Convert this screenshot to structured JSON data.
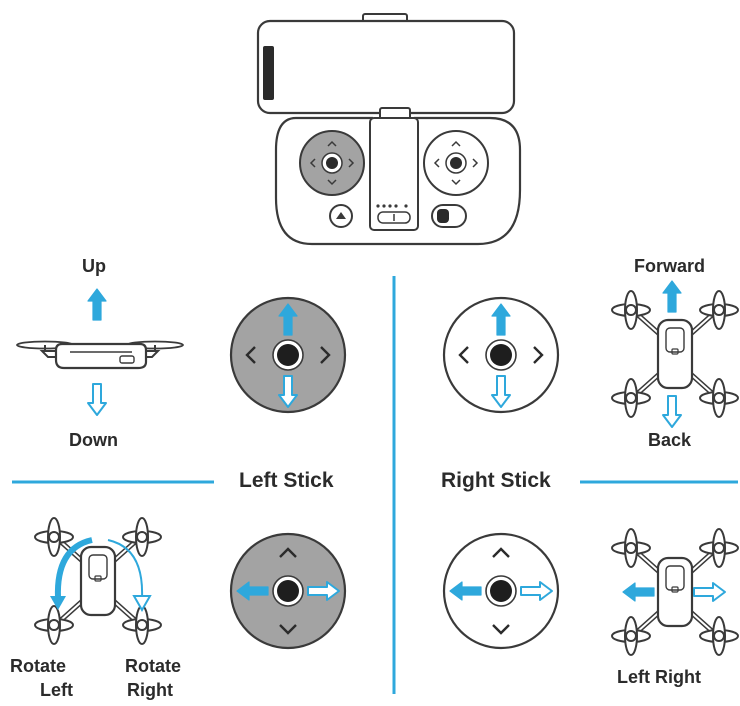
{
  "labels": {
    "up": "Up",
    "down": "Down",
    "forward": "Forward",
    "back": "Back",
    "left_stick": "Left Stick",
    "right_stick": "Right Stick",
    "rotate_left_1": "Rotate",
    "rotate_left_2": "Left",
    "rotate_right_1": "Rotate",
    "rotate_right_2": "Right",
    "left_right": "Left Right"
  },
  "colors": {
    "accent": "#2ea8dc",
    "stick_gray": "#a3a3a3",
    "line": "#6b6b6b",
    "text": "#2b2b2b"
  },
  "icons": [
    "phone-icon",
    "remote-controller-icon",
    "drone-side-icon",
    "drone-top-icon",
    "stick-icon",
    "arrow-up-icon",
    "arrow-down-icon",
    "arrow-left-icon",
    "arrow-right-icon",
    "rotate-arrow-icon"
  ]
}
